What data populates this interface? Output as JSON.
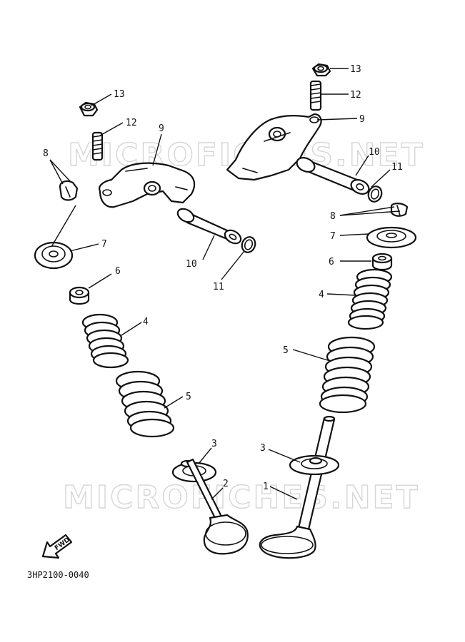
{
  "watermark": "MICROFICHES.NET",
  "drawing_code": "3HP2100-0040",
  "direction_label": "FWD",
  "callouts": {
    "c1": "1",
    "c2": "2",
    "c3a": "3",
    "c3b": "3",
    "c4a": "4",
    "c4b": "4",
    "c5a": "5",
    "c5b": "5",
    "c6a": "6",
    "c6b": "6",
    "c7a": "7",
    "c7b": "7",
    "c8a": "8",
    "c8b": "8",
    "c9a": "9",
    "c9b": "9",
    "c10a": "10",
    "c10b": "10",
    "c11a": "11",
    "c11b": "11",
    "c12a": "12",
    "c12b": "12",
    "c13a": "13",
    "c13b": "13"
  }
}
